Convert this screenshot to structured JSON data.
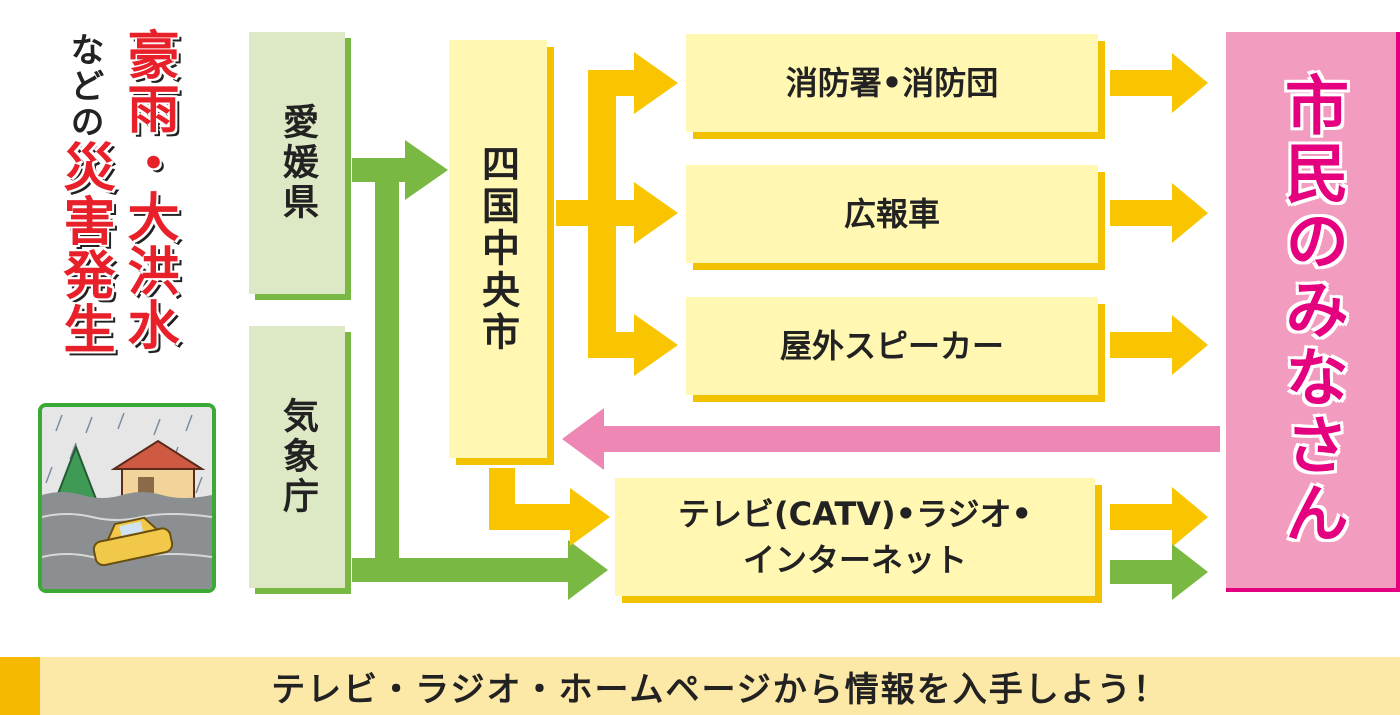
{
  "title": {
    "line1": "豪雨・大洪水",
    "line2_prefix": "などの",
    "line2_main": "災害発生"
  },
  "sources": [
    "愛媛県",
    "気象庁"
  ],
  "city": "四国中央市",
  "channels": [
    "消防署•消防団",
    "広報車",
    "屋外スピーカー"
  ],
  "media": {
    "line1": "テレビ(CATV)•ラジオ•",
    "line2": "インターネット"
  },
  "citizens": "市民のみなさん",
  "banner": "テレビ・ラジオ・ホームページから情報を入手しよう！",
  "colors": {
    "green_arrow": "#78b843",
    "yellow_arrow": "#f8c500",
    "pink_arrow": "#ee87b4",
    "magenta": "#e4007f",
    "red": "#e8202a"
  }
}
